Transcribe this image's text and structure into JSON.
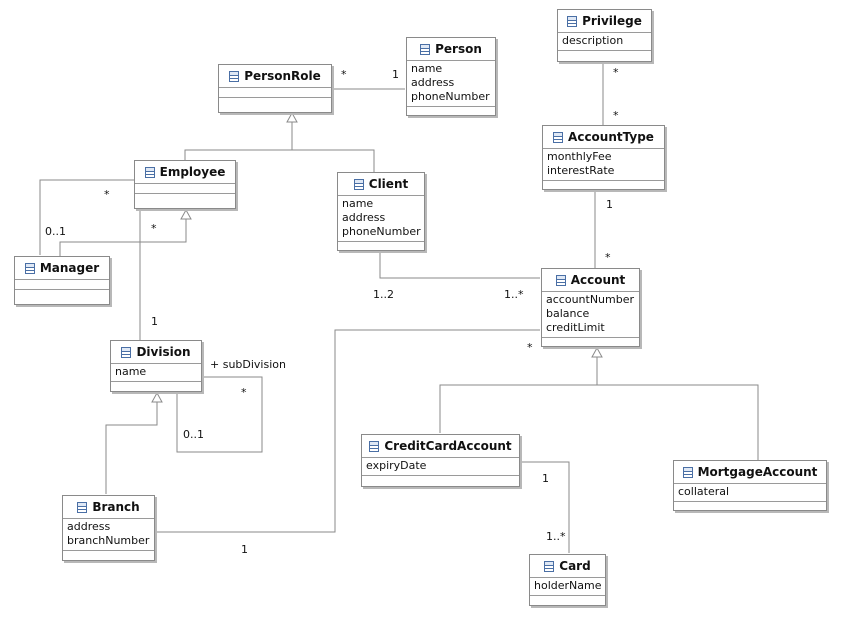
{
  "classes": {
    "privilege": {
      "name": "Privilege",
      "attributes": [
        "description"
      ]
    },
    "person": {
      "name": "Person",
      "attributes": [
        "name",
        "address",
        "phoneNumber"
      ]
    },
    "person_role": {
      "name": "PersonRole",
      "attributes": []
    },
    "account_type": {
      "name": "AccountType",
      "attributes": [
        "monthlyFee",
        "interestRate"
      ]
    },
    "employee": {
      "name": "Employee",
      "attributes": []
    },
    "client": {
      "name": "Client",
      "attributes": [
        "name",
        "address",
        "phoneNumber"
      ]
    },
    "manager": {
      "name": "Manager",
      "attributes": []
    },
    "account": {
      "name": "Account",
      "attributes": [
        "accountNumber",
        "balance",
        "creditLimit"
      ]
    },
    "division": {
      "name": "Division",
      "attributes": [
        "name"
      ]
    },
    "credit_card_account": {
      "name": "CreditCardAccount",
      "attributes": [
        "expiryDate"
      ]
    },
    "mortgage_account": {
      "name": "MortgageAccount",
      "attributes": [
        "collateral"
      ]
    },
    "branch": {
      "name": "Branch",
      "attributes": [
        "address",
        "branchNumber"
      ]
    },
    "card": {
      "name": "Card",
      "attributes": [
        "holderName"
      ]
    }
  },
  "labels": {
    "personrole_person_many": "*",
    "personrole_person_one": "1",
    "privilege_accounttype_top": "*",
    "privilege_accounttype_bottom": "*",
    "accounttype_account_top": "1",
    "accounttype_account_bottom": "*",
    "employee_manager_many": "*",
    "employee_manager_opt": "0..1",
    "manager_employee_many": "*",
    "employee_division_one": "1",
    "client_account_client": "1..2",
    "client_account_account": "1..*",
    "account_branch_many": "*",
    "account_branch_one": "1",
    "division_subdivision_role": "+ subDivision",
    "division_subdivision_many": "*",
    "division_subdivision_opt": "0..1",
    "creditcard_card_one": "1",
    "creditcard_card_many": "1..*"
  }
}
